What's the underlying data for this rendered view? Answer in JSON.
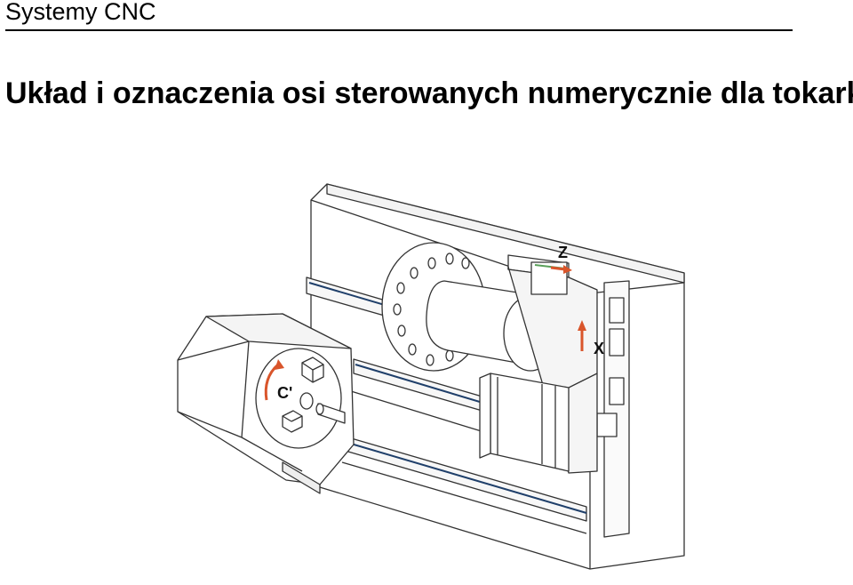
{
  "header": {
    "text": "Systemy CNC"
  },
  "title": {
    "text": "Układ i oznaczenia osi sterowanych numerycznie dla tokarki"
  },
  "diagram": {
    "axis_labels": {
      "z": "Z",
      "x": "X",
      "c": "C'"
    },
    "colors": {
      "line": "#333333",
      "accent_orange": "#d9552b",
      "accent_green": "#5aa05a",
      "slot_blue": "#1f3f6a"
    }
  }
}
